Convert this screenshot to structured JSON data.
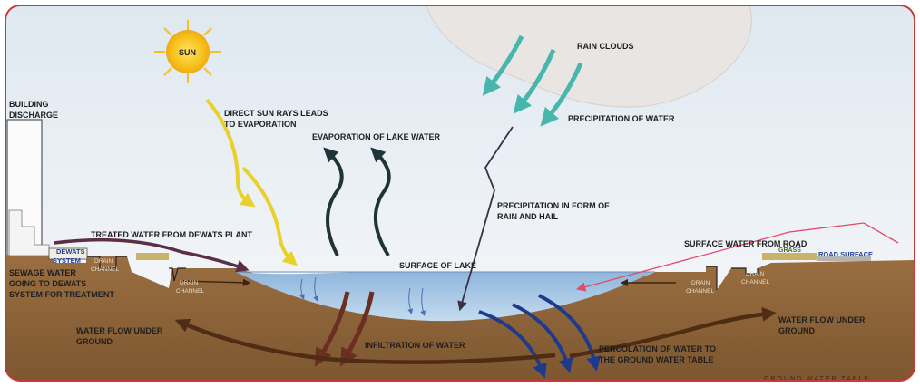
{
  "labels": {
    "sun": "SUN",
    "rain_clouds": "RAIN CLOUDS",
    "precipitation_of_water": "PRECIPITATION OF WATER",
    "direct_sun_rays_1": "DIRECT SUN RAYS LEADS",
    "direct_sun_rays_2": "TO EVAPORATION",
    "evaporation": "EVAPORATION OF LAKE WATER",
    "precip_form_1": "PRECIPITATION IN FORM OF",
    "precip_form_2": "RAIN AND HAIL",
    "building_1": "BUILDING",
    "building_2": "DISCHARGE",
    "treated_water": "TREATED WATER FROM DEWATS PLANT",
    "dewats_1": "DEWATS",
    "dewats_2": "SYSTEM",
    "drain_channel_1": "DRAIN",
    "drain_channel_2": "CHANNEL",
    "sewage_1": "SEWAGE WATER",
    "sewage_2": "GOING TO DEWATS",
    "sewage_3": "SYSTEM FOR TREATMENT",
    "surface_of_lake": "SURFACE OF LAKE",
    "surface_water_road": "SURFACE WATER FROM ROAD",
    "grass": "GRASS",
    "road_surface": "ROAD SURFACE",
    "flow_left_1": "WATER FLOW UNDER",
    "flow_left_2": "GROUND",
    "flow_right_1": "WATER FLOW UNDER",
    "flow_right_2": "GROUND",
    "infiltration": "INFILTRATION OF WATER",
    "percolation_1": "PERCOLATION OF WATER TO",
    "percolation_2": "THE GROUND WATER TABLE",
    "ground_water_table": "GROUND WATER TABLE"
  },
  "colors": {
    "frame": "#c83a36",
    "sky": "#e4ecf3",
    "ground": "#8a6237",
    "lake": "#a9c9e6",
    "sun": "#f5c21b",
    "cloud": "#e8e4e2",
    "rain_arrow": "#47b6ad",
    "sun_ray_arrow": "#e8d12a",
    "evaporation_arrow": "#1f3436",
    "precipitation_arrow": "#3a2f45",
    "treated_water_arrow": "#5a2f45",
    "road_runoff_arrow": "#e24a6a",
    "infiltration_arrow": "#6a2e22",
    "percolation_arrow": "#1d3a8c",
    "ground_flow_arrow": "#4f2c14"
  }
}
